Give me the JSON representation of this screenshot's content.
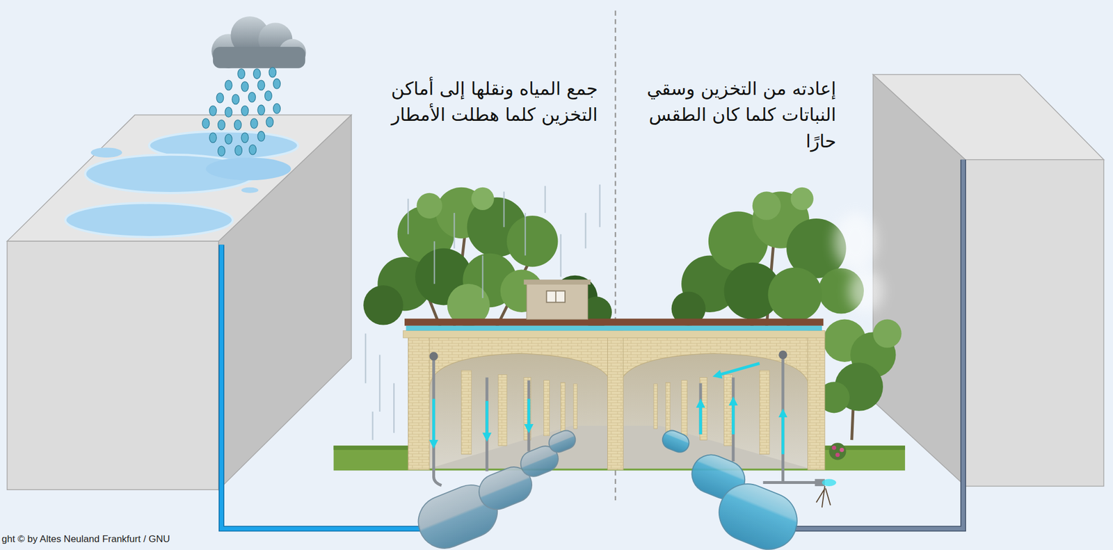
{
  "diagram": {
    "labels": [
      "جمع المياه ونقلها إلى أماكن التخزين كلما هطلت الأمطار",
      "إعادته من التخزين وسقي النباتات كلما كان الطقس حارًا",
      "ght © by Altes Neuland Frankfurt / GNU"
    ]
  }
}
